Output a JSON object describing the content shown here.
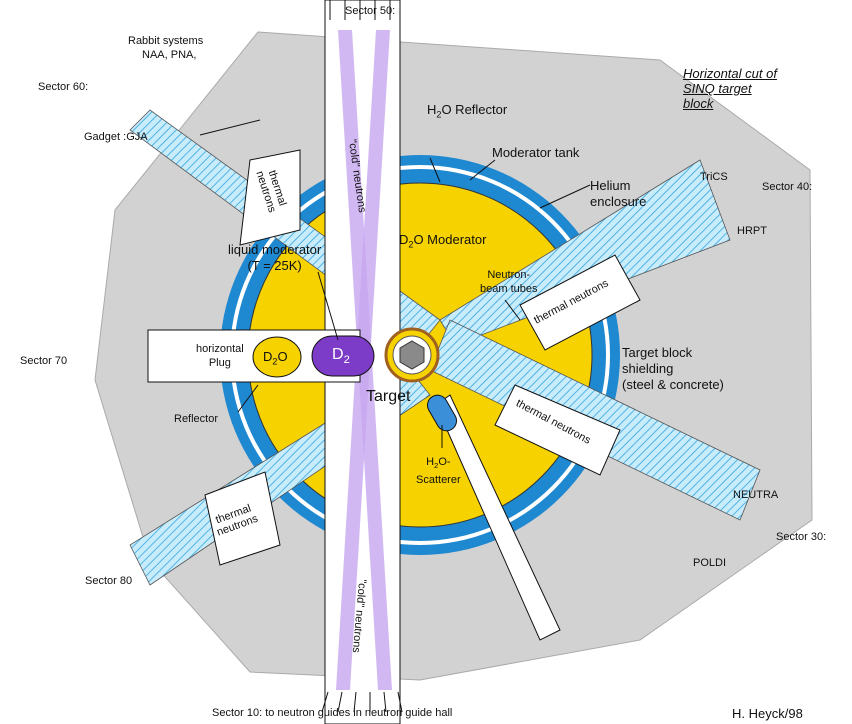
{
  "title_note": {
    "line1": "Horizontal cut of",
    "line2": "SINQ target",
    "line3": "block"
  },
  "sectors": {
    "s50": "Sector 50:",
    "s60": "Sector 60:",
    "s40": "Sector 40:",
    "s70": "Sector 70",
    "s30": "Sector 30:",
    "s80": "Sector 80",
    "s10": "Sector 10: to neutron guides in neutron guide hall"
  },
  "instruments": {
    "rabbit_line1": "Rabbit systems",
    "rabbit_line2": "NAA, PNA,",
    "gadget": "Gadget :GJA",
    "trics": "TriCS",
    "hrpt": "HRPT",
    "neutra": "NEUTRA",
    "poldi": "POLDI"
  },
  "components": {
    "h2o_reflector_pre": "H",
    "h2o_reflector_sub": "2",
    "h2o_reflector_post": "O Reflector",
    "moderator_tank": "Moderator tank",
    "helium_line1": "Helium",
    "helium_line2": "enclosure",
    "d2o_mod_pre": "D",
    "d2o_mod_sub": "2",
    "d2o_mod_post": "O Moderator",
    "beam_tubes_line1": "Neutron-",
    "beam_tubes_line2": "beam tubes",
    "liquid_mod_line1": "liquid moderator",
    "liquid_mod_line2": "(T = 25K)",
    "plug_line1": "horizontal",
    "plug_line2": "Plug",
    "d2o_plug_pre": "D",
    "d2o_plug_sub": "2",
    "d2o_plug_post": "O",
    "d2_pre": "D",
    "d2_sub": "2",
    "target": "Target",
    "shield_line1": "Target block",
    "shield_line2": "shielding",
    "shield_line3": "(steel & concrete)",
    "reflector": "Reflector",
    "scatterer_pre": "H",
    "scatterer_sub": "2",
    "scatterer_mid": "O-",
    "scatterer_line2": "Scatterer"
  },
  "beam_labels": {
    "cold_top": "\"cold\" neutrons",
    "cold_bottom": "\"cold\" neutrons",
    "thermal_ul_1": "thermal",
    "thermal_ul_2": "neutrons",
    "thermal_r": "thermal neutrons",
    "thermal_ll_1": "thermal",
    "thermal_ll_2": "neutrons",
    "thermal_lr": "thermal neutrons"
  },
  "credit": "H. Heyck/98",
  "colors": {
    "shield": "#d3d3d3",
    "reflector_blue": "#1e90d0",
    "moderator_yellow": "#f5d200",
    "beam_blue": "#9ad6f3",
    "cold_purple": "#b084e0",
    "d2_purple": "#7d3cc8"
  }
}
